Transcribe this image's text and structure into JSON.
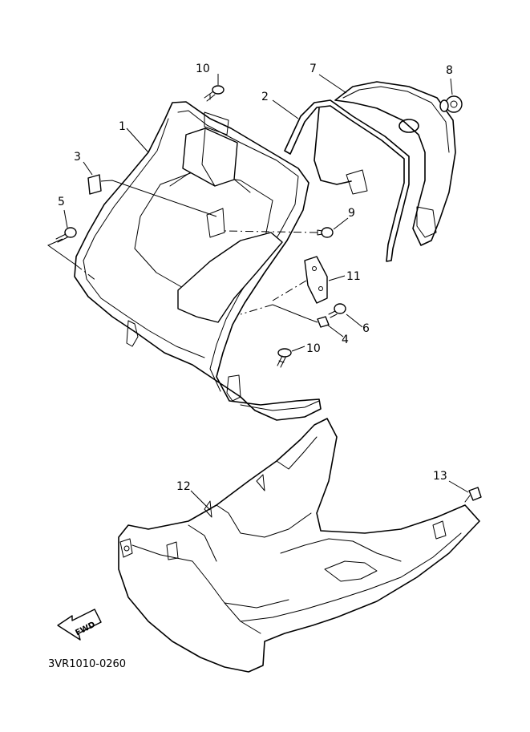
{
  "callouts": {
    "p1": "1",
    "p2": "2",
    "p3": "3",
    "p4": "4",
    "p5": "5",
    "p6": "6",
    "p7": "7",
    "p8": "8",
    "p9": "9",
    "p10a": "10",
    "p10b": "10",
    "p11": "11",
    "p12": "12",
    "p13": "13"
  },
  "fwd_label": "FWD",
  "drawing_code": "3VR1010-0260"
}
